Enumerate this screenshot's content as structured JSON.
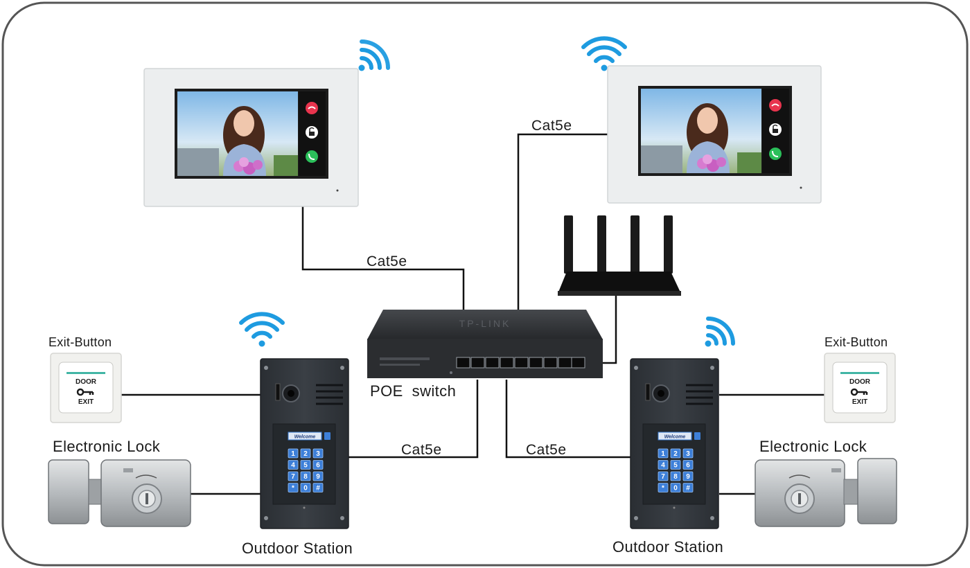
{
  "labels": {
    "cat5e_top_right": "Cat5e",
    "cat5e_mid": "Cat5e",
    "cat5e_bottom_left": "Cat5e",
    "cat5e_bottom_right": "Cat5e",
    "poe_switch": "POE  switch",
    "exit_button_left": "Exit-Button",
    "exit_button_right": "Exit-Button",
    "lock_left": "Electronic Lock",
    "lock_right": "Electronic Lock",
    "station_left": "Outdoor Station",
    "station_right": "Outdoor Station"
  },
  "exit_button_face": {
    "top": "DOOR",
    "bottom": "EXIT"
  },
  "keypad": {
    "keys": [
      "1",
      "2",
      "3",
      "4",
      "5",
      "6",
      "7",
      "8",
      "9",
      "*",
      "0",
      "#"
    ],
    "display": "Welcome"
  },
  "colors": {
    "frame": "#555555",
    "wire": "#111111",
    "wifi": "#1e9be0",
    "monitor_bezel": "#eceeef",
    "station_panel": "#2f3338",
    "key_blue": "#3d7fd8",
    "switch_body": "#2b2d30",
    "decline": "#e8344e",
    "accept": "#2bbf5a"
  }
}
